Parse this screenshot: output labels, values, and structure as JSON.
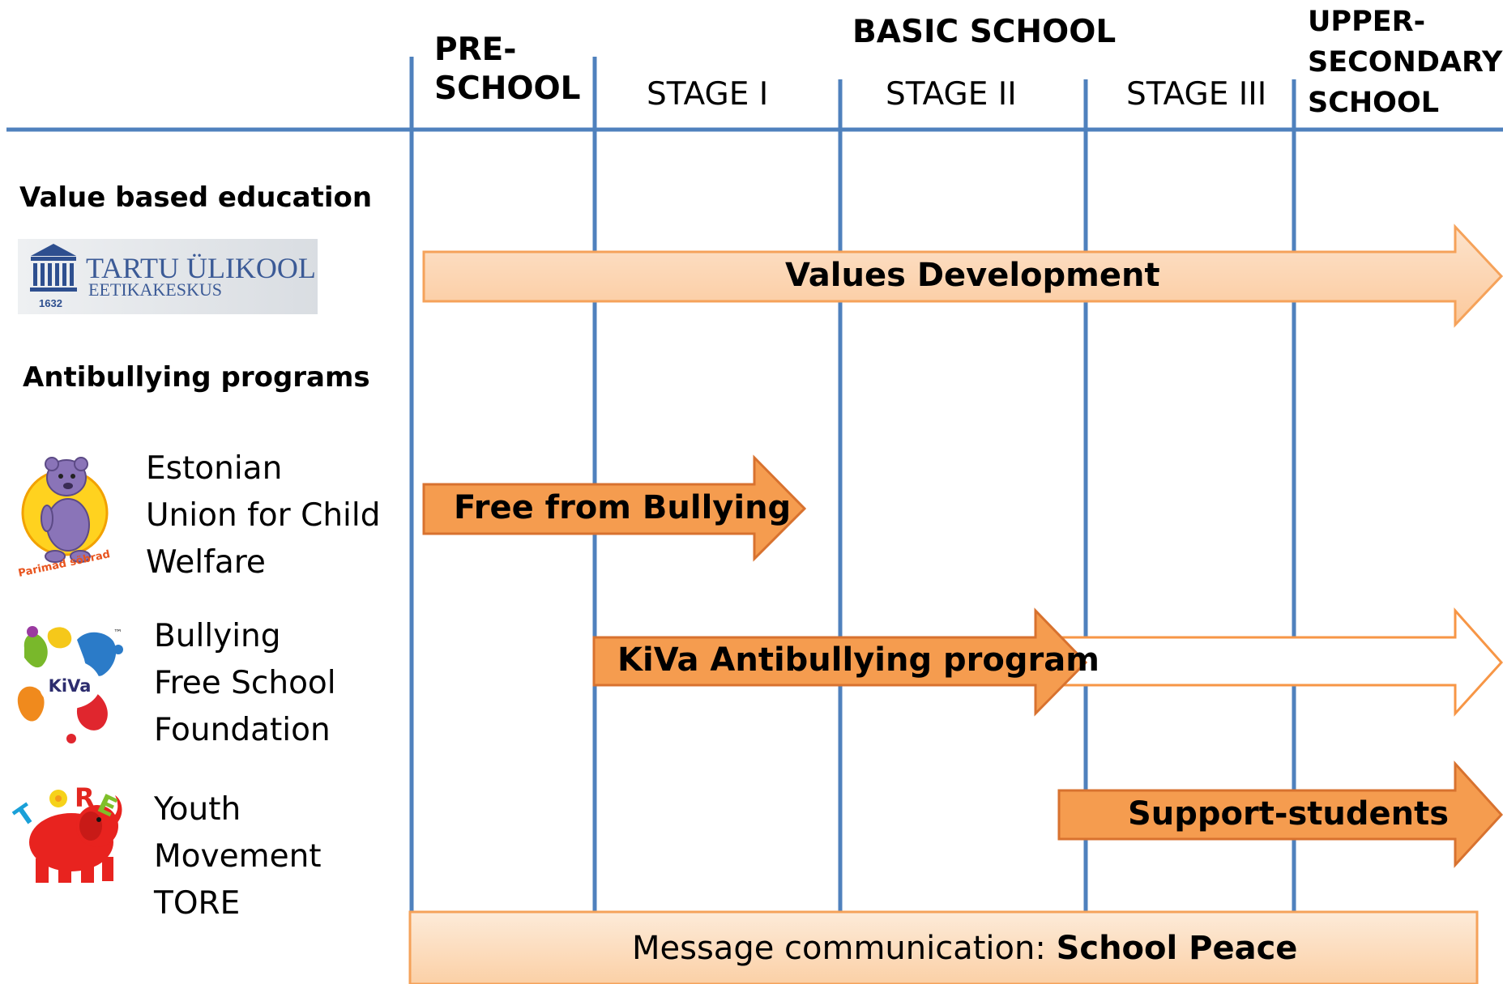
{
  "header": {
    "preschool": "PRE-\nSCHOOL",
    "basic_school": "BASIC SCHOOL",
    "stage1": "STAGE I",
    "stage2": "STAGE II",
    "stage3": "STAGE III",
    "upper": "UPPER-\nSECONDARY\nSCHOOL"
  },
  "sidebar": {
    "value_title": "Value based education",
    "tartu_logo": {
      "name": "TARTU ÜLIKOOL",
      "sub": "EETIKAKESKUS",
      "year": "1632"
    },
    "antibullying_title": "Antibullying programs",
    "orgs": [
      {
        "name": "Estonian\nUnion for Child\nWelfare",
        "logo_text": "Parimad sõbrad"
      },
      {
        "name": "Bullying\nFree School\nFoundation",
        "logo_text": "KiVa",
        "tm": "™"
      },
      {
        "name": "Youth\nMovement\nTORE",
        "logo_text": "TORE"
      }
    ]
  },
  "arrows": {
    "values": "Values Development",
    "free": "Free from Bullying",
    "kiva": "KiVa Antibullying program",
    "support": "Support-students"
  },
  "bottom": {
    "prefix": "Message communication: ",
    "bold": "School Peace"
  },
  "colors": {
    "line": "#4f81bd",
    "arrow_fill": "#f59c4f",
    "arrow_stroke": "#d8722f",
    "light_fill": "#fbd3b0",
    "light_stroke": "#f5a25a",
    "outline_arrow": "#f79646"
  }
}
